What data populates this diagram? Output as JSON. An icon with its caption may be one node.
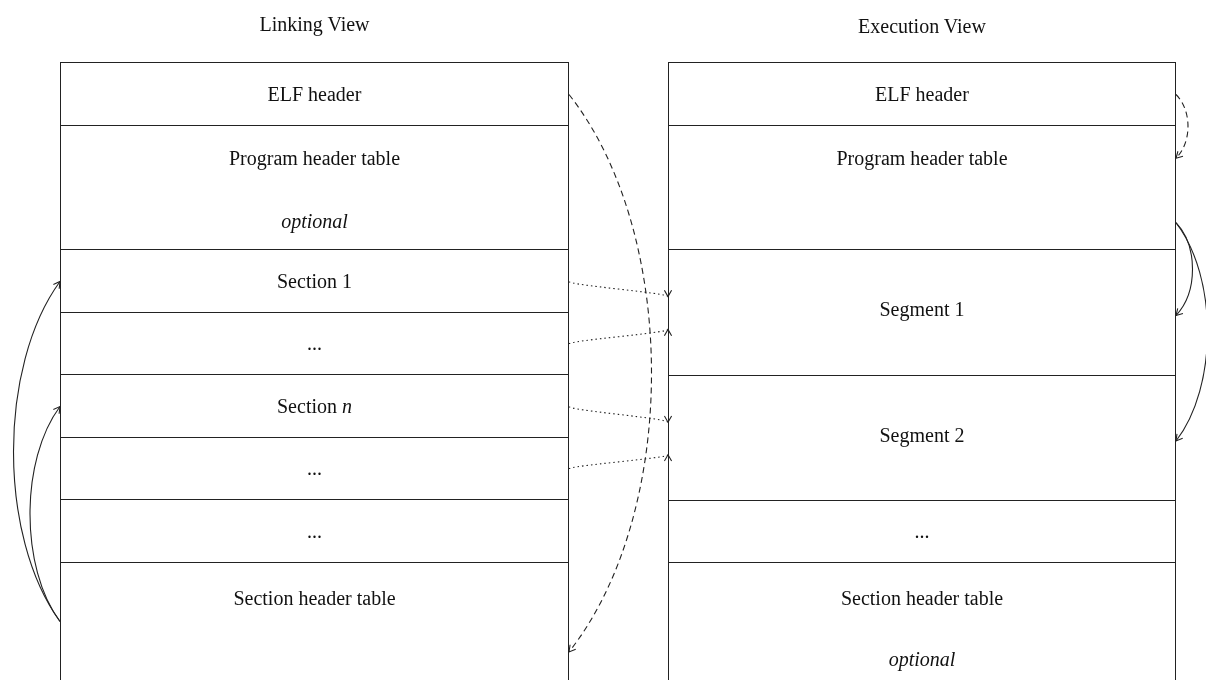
{
  "diagram": {
    "nodes": [
      {
        "text": [
          "Linking View"
        ]
      },
      {
        "text": [
          "ELF header"
        ],
        "in": 0
      },
      {
        "text": [
          "Program header table",
          "optional"
        ],
        "in": 0
      },
      {
        "text": [
          "Section 1"
        ],
        "in": 0
      },
      {
        "text": [
          "..."
        ],
        "in": 0
      },
      {
        "text": [
          "Section *n*"
        ],
        "in": 0
      },
      {
        "text": [
          "..."
        ],
        "in": 0
      },
      {
        "text": [
          "..."
        ],
        "in": 0
      },
      {
        "text": [
          "Section header table"
        ],
        "in": 0
      },
      {
        "text": [
          "Execution View"
        ]
      },
      {
        "text": [
          "ELF header"
        ],
        "in": 9
      },
      {
        "text": [
          "Program header table"
        ],
        "in": 9
      },
      {
        "text": [
          "Segment 1"
        ],
        "in": 9
      },
      {
        "text": [
          "Segment 2"
        ],
        "in": 9
      },
      {
        "text": [
          "..."
        ],
        "in": 9
      },
      {
        "text": [
          "Section header table",
          "optional"
        ],
        "in": 9
      }
    ],
    "edges": [
      {
        "from": 1,
        "to": 8,
        "arrow": "to",
        "style": "dashed"
      },
      {
        "from": 10,
        "to": 11,
        "arrow": "to",
        "style": "dashed"
      },
      {
        "from": 11,
        "to": 12,
        "arrow": "to"
      },
      {
        "from": 11,
        "to": 13,
        "arrow": "to"
      },
      {
        "from": 8,
        "to": 3,
        "arrow": "to"
      },
      {
        "from": 8,
        "to": 5,
        "arrow": "to"
      },
      {
        "from": 3,
        "to": 12,
        "arrow": "to",
        "style": "dashed"
      },
      {
        "from": 4,
        "to": 12,
        "arrow": "to",
        "style": "dashed"
      },
      {
        "from": 5,
        "to": 13,
        "arrow": "to",
        "style": "dashed"
      },
      {
        "from": 6,
        "to": 13,
        "arrow": "to",
        "style": "dashed"
      }
    ]
  }
}
